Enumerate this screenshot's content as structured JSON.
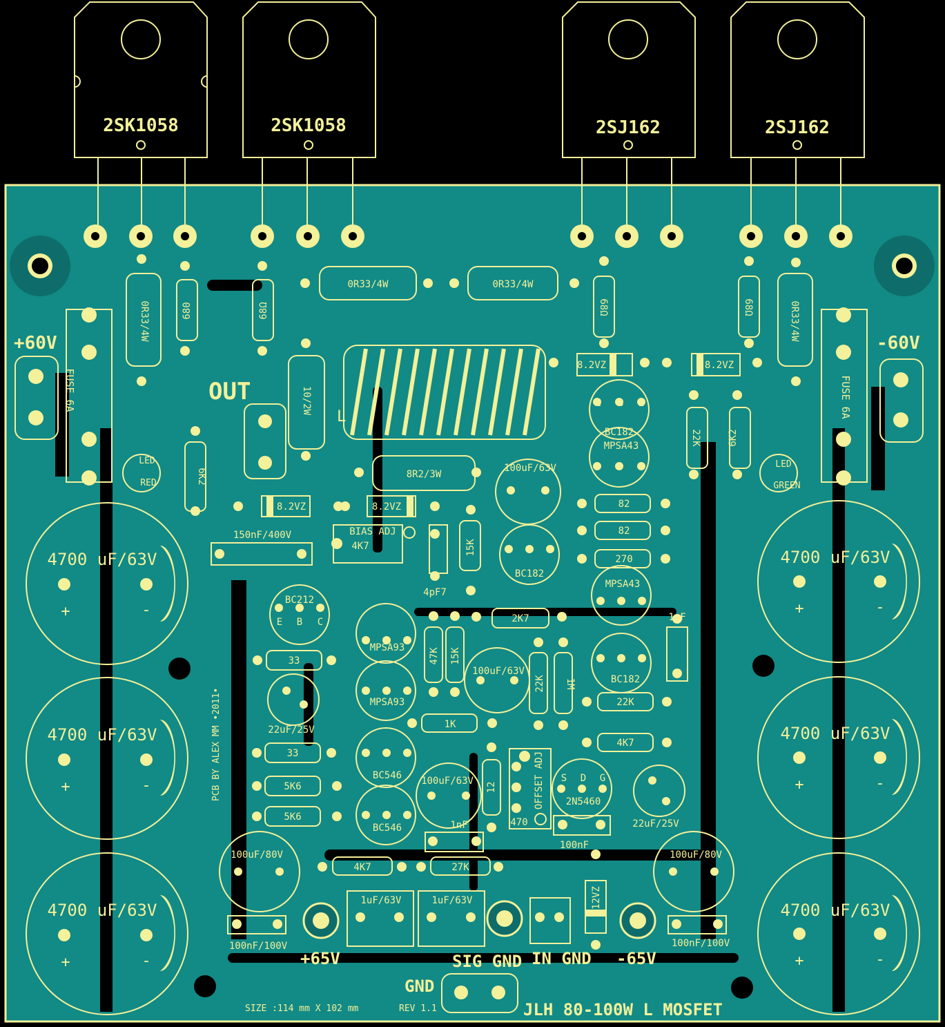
{
  "colors": {
    "board": "#128a86",
    "background": "#000000",
    "silk": "#f3f19a",
    "pad": "#0e6d6a"
  },
  "transistors_top": [
    "2SK1058",
    "2SK1058",
    "2SJ162",
    "2SJ162"
  ],
  "power": {
    "plus60": "+60V",
    "minus60": "-60V",
    "plus65": "+65V",
    "minus65": "-65V",
    "out": "OUT"
  },
  "grounds": {
    "sig": "SIG GND",
    "in": "IN GND",
    "gnd": "GND"
  },
  "fuses": {
    "left": "FUSE 6A",
    "right": "FUSE 6A"
  },
  "leds": {
    "left_top": "LED",
    "left_bottom": "RED",
    "right_top": "LED",
    "right_bottom": "GREEN"
  },
  "caps_big": "4700 uF/63V",
  "cap_plus": "+",
  "cap_minus": "-",
  "resistors": {
    "r033a": "0R33/4W",
    "r033b": "0R33/4W",
    "r033c": "0R33/4W",
    "r033d": "0R33/4W",
    "r680": "680",
    "r68a": "68Ω",
    "r68b": "68Ω",
    "r68c": "68Ω",
    "r10_2w": "10/2W",
    "r8r2": "8R2/3W",
    "r6k2a": "6K2",
    "r6k2b": "6K2",
    "r22k": "22K",
    "r15k": "15K",
    "r47k": "47K",
    "r15kb": "15K",
    "r2k7": "2K7",
    "r1k": "1K",
    "r33a": "33",
    "r33b": "33",
    "r5k6a": "5K6",
    "r5k6b": "5K6",
    "r4k7a": "4K7",
    "r27k": "27K",
    "r12": "12",
    "r470": "470",
    "r22kb": "22K",
    "r1m": "1M",
    "r82a": "82",
    "r82b": "82",
    "r270": "270",
    "r22kc": "22K",
    "r4k7b": "4K7"
  },
  "zeners": {
    "z1": "8.2VZ",
    "z2": "8.2VZ",
    "z3": "8.2VZ",
    "z4": "8.2VZ",
    "z12": "12VZ"
  },
  "caps": {
    "c150n": "150nF/400V",
    "c4p7": "4pF7",
    "c100u63a": "100uF/63V",
    "c100u63b": "100uF/63V",
    "c100u63c": "100uF/63V",
    "c22u25a": "22uF/25V",
    "c22u25b": "22uF/25V",
    "c1n_a": "1nF",
    "c1n_b": "1nF",
    "c100n": "100nF",
    "c100u80a": "100uF/80V",
    "c100u80b": "100uF/80V",
    "c100n100a": "100nF/100V",
    "c100n100b": "100nF/100V",
    "c1u_a": "1uF/63V",
    "c1u_b": "1uF/63V"
  },
  "small_transistors": {
    "bc182a": "BC182",
    "mpsa43a": "MPSA43",
    "bc182b": "BC182",
    "mpsa43b": "MPSA43",
    "bc182c": "BC182",
    "bc212": "BC212",
    "mpsa93a": "MPSA93",
    "mpsa93b": "MPSA93",
    "bc546a": "BC546",
    "bc546b": "BC546",
    "n2n5460": "2N5460"
  },
  "pins": {
    "c": "C",
    "b": "B",
    "e": "E",
    "s": "S",
    "d": "D",
    "g": "G"
  },
  "adjust": {
    "bias": "BIAS ADJ",
    "bias_val": "4K7",
    "offset": "OFFSET ADJ"
  },
  "coil": "L",
  "credits": {
    "author": "PCB BY ALEX MM •2011•",
    "size": "SIZE :114 mm X 102 mm",
    "rev": "REV 1.1",
    "title": "JLH 80-100W L MOSFET"
  }
}
